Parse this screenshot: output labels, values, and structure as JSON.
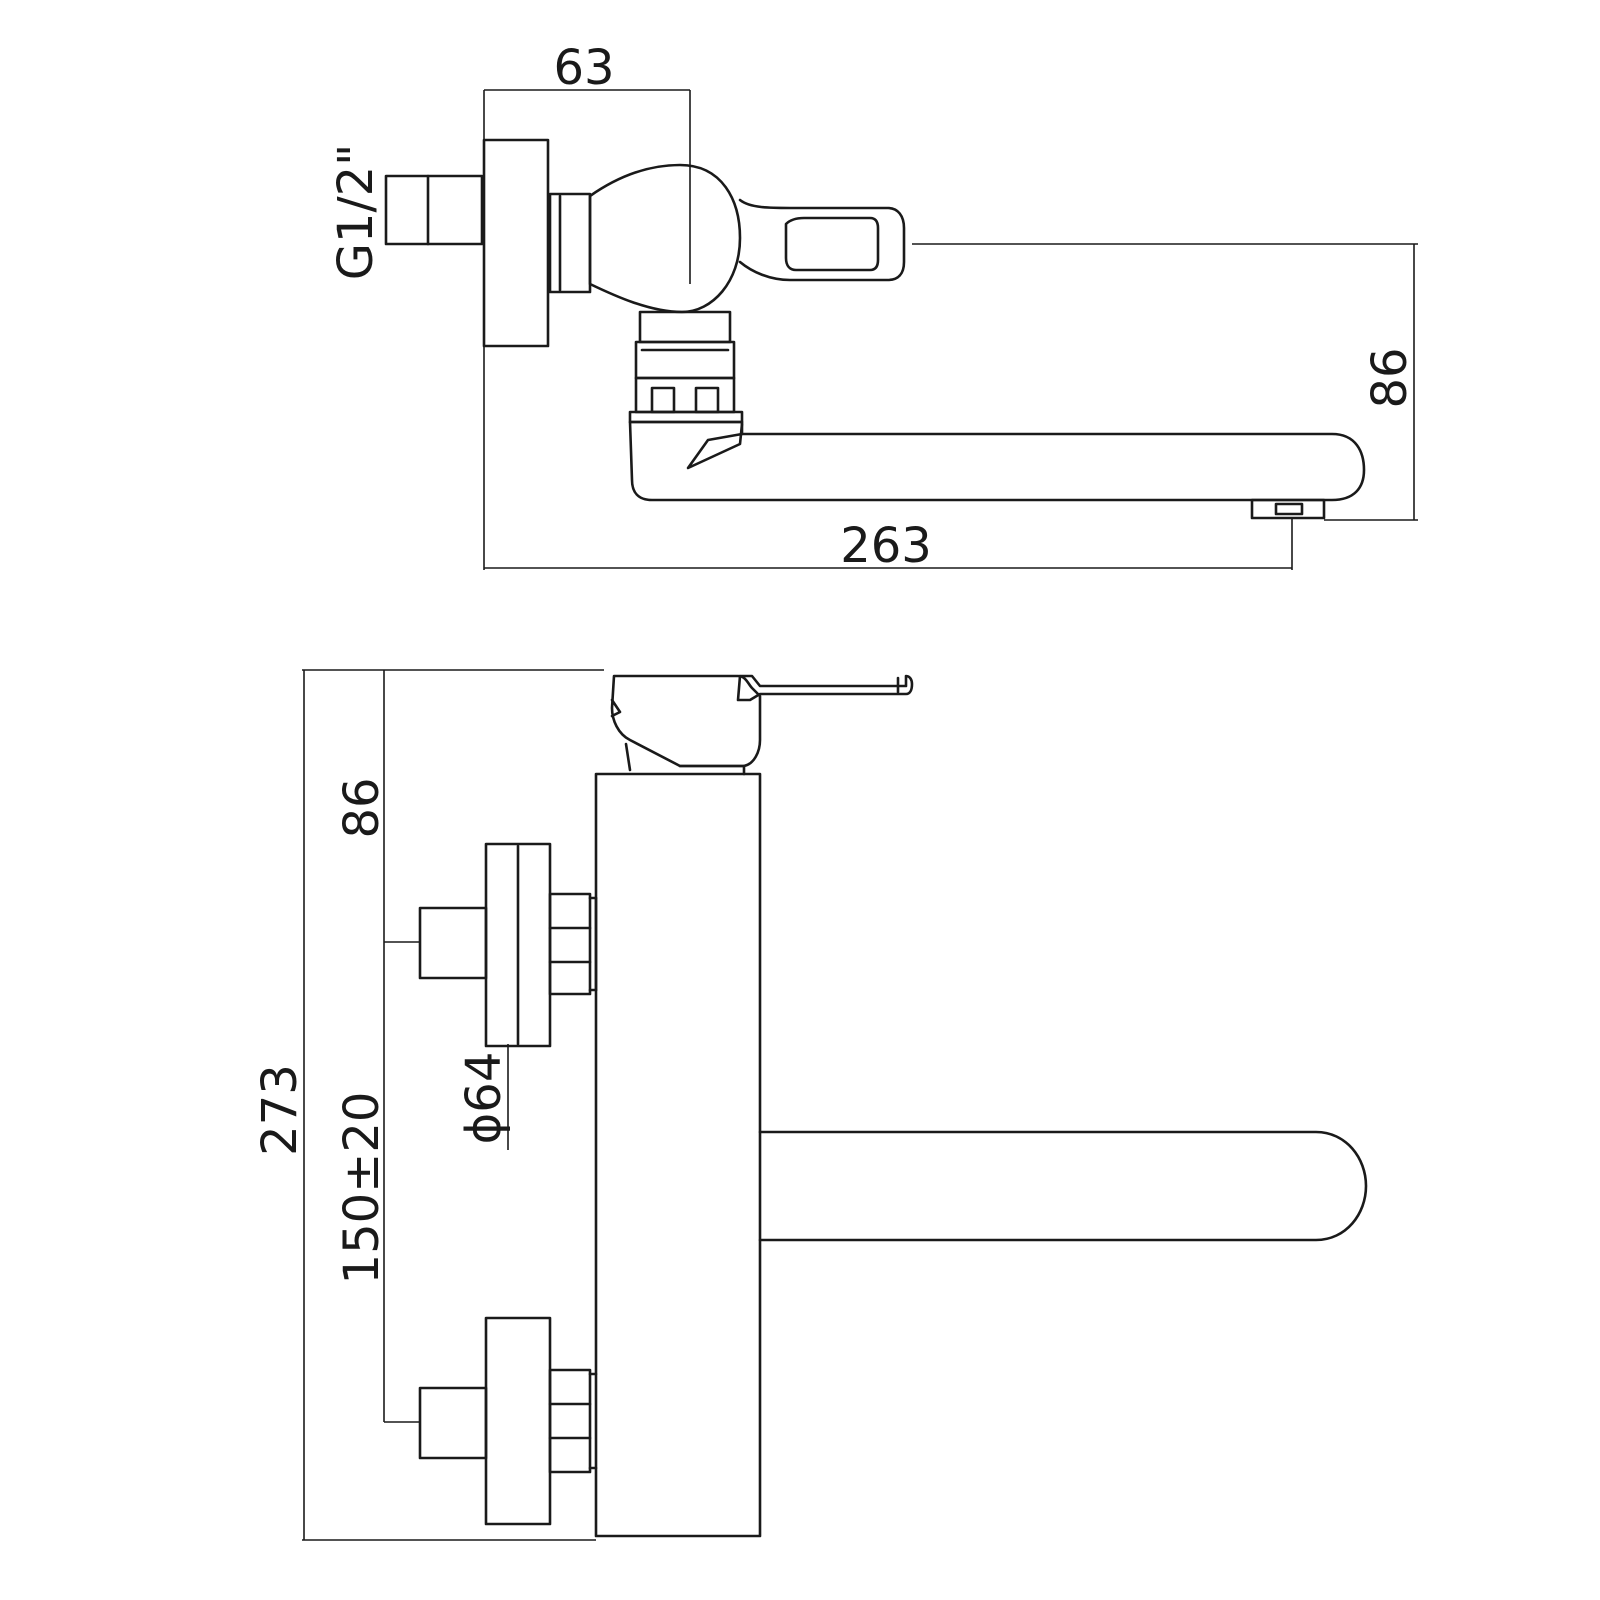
{
  "top_view": {
    "dims": {
      "width_63": "63",
      "thread": "G1/2\"",
      "height_86": "86",
      "length_263": "263"
    }
  },
  "front_view": {
    "dims": {
      "height_86": "86",
      "height_273": "273",
      "spacing": "150±20",
      "diameter": "ϕ64"
    }
  }
}
